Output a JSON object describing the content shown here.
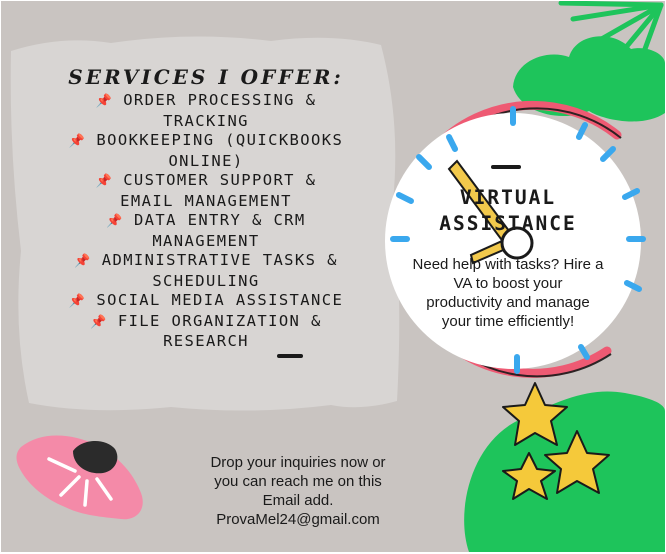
{
  "services": {
    "heading": "SERVICES I OFFER:",
    "pin_icon": "pushpin-icon",
    "items": [
      [
        "ORDER PROCESSING &",
        "TRACKING"
      ],
      [
        "BOOKKEEPING (QUICKBOOKS",
        "ONLINE)"
      ],
      [
        "CUSTOMER SUPPORT &",
        "EMAIL MANAGEMENT"
      ],
      [
        "DATA ENTRY & CRM",
        "MANAGEMENT"
      ],
      [
        "ADMINISTRATIVE TASKS &",
        "SCHEDULING"
      ],
      [
        "SOCIAL MEDIA ASSISTANCE"
      ],
      [
        "FILE ORGANIZATION &",
        "RESEARCH"
      ]
    ]
  },
  "clock": {
    "title": [
      "VIRTUAL",
      "ASSISTANCE"
    ],
    "text": [
      "Need help with tasks? Hire a",
      "VA to boost your",
      "productivity and manage",
      "your time efficiently!"
    ]
  },
  "contact": {
    "lines": [
      "Drop your inquiries now or",
      "you can reach me on this",
      "Email add.",
      "ProvaMel24@gmail.com"
    ]
  },
  "colors": {
    "background": "#c9c4c1",
    "paint_patch": "#d8d5d3",
    "clock_ring": "#ee5a73",
    "clock_ticks": "#3aa8ee",
    "clock_hands": "#f2c94c",
    "leaf_green": "#1ec45b",
    "star_yellow": "#f5c93a",
    "flower_pink": "#f48aa8",
    "pin_red": "#e0241b"
  }
}
